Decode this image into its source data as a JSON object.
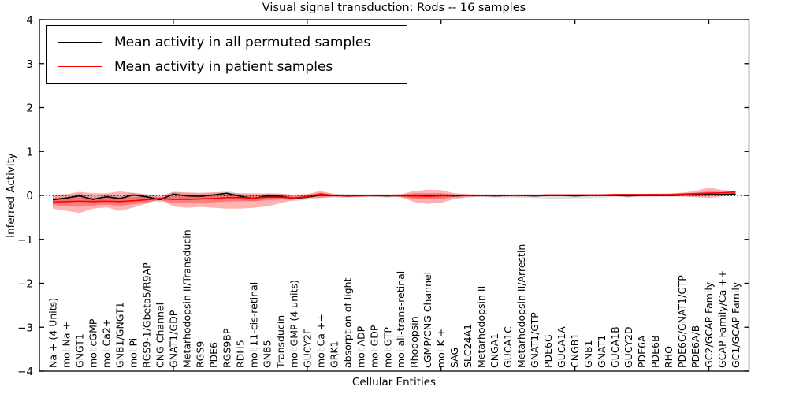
{
  "figure": {
    "title": "Visual signal transduction: Rods -- 16 samples",
    "xlabel": "Cellular Entities",
    "ylabel": "Inferred Activity"
  },
  "legend": {
    "items": [
      {
        "label": "Mean activity in all permuted samples",
        "color": "#000000"
      },
      {
        "label": "Mean activity in patient samples",
        "color": "#ff0000"
      }
    ],
    "position": "upper left"
  },
  "chart_data": {
    "type": "line",
    "title": "Visual signal transduction: Rods -- 16 samples",
    "xlabel": "Cellular Entities",
    "ylabel": "Inferred Activity",
    "ylim": [
      -4,
      4
    ],
    "yticks": [
      "4",
      "3",
      "2",
      "1",
      "0",
      "−1",
      "−2",
      "−3",
      "−4"
    ],
    "xticks_numeric": [
      10,
      20,
      30,
      40,
      50
    ],
    "grid": false,
    "legend_position": "upper left",
    "zero_reference": 0,
    "categories": [
      "Na + (4 Units)",
      "mol:Na +",
      "GNGT1",
      "mol:cGMP",
      "mol:Ca2+",
      "GNB1/GNGT1",
      "mol:Pi",
      "RGS9-1/Gbeta5/R9AP",
      "CNG Channel",
      "GNAT1/GDP",
      "Metarhodopsin II/Transducin",
      "RGS9",
      "PDE6",
      "RGS9BP",
      "RDH5",
      "mol:11-cis-retinal",
      "GNB5",
      "Transducin",
      "mol:GMP (4 units)",
      "GUCY2F",
      "mol:Ca ++",
      "GRK1",
      "absorption of light",
      "mol:ADP",
      "mol:GDP",
      "mol:GTP",
      "mol:all-trans-retinal",
      "Rhodopsin",
      "cGMP/CNG Channel",
      "mol:K +",
      "SAG",
      "SLC24A1",
      "Metarhodopsin II",
      "CNGA1",
      "GUCA1C",
      "Metarhodopsin II/Arrestin",
      "GNAT1/GTP",
      "PDE6G",
      "GUCA1A",
      "CNGB1",
      "GNB1",
      "GNAT1",
      "GUCA1B",
      "GUCY2D",
      "PDE6A",
      "PDE6B",
      "RHO",
      "PDE6G/GNAT1/GTP",
      "PDE6A/B",
      "GC2/GCAP Family",
      "GCAP Family/Ca ++",
      "GC1/GCAP Family"
    ],
    "series": [
      {
        "name": "Mean activity in all permuted samples",
        "color": "#000000",
        "values": [
          -0.1,
          -0.06,
          -0.01,
          -0.09,
          -0.03,
          -0.07,
          0.01,
          -0.03,
          -0.1,
          0.03,
          -0.01,
          -0.02,
          0.01,
          0.05,
          -0.02,
          -0.07,
          -0.01,
          -0.02,
          -0.07,
          -0.04,
          0.01,
          0.0,
          -0.01,
          0.0,
          0.0,
          -0.01,
          0.0,
          -0.01,
          -0.01,
          0.0,
          -0.01,
          0.0,
          0.0,
          -0.01,
          0.0,
          0.0,
          -0.01,
          0.0,
          0.0,
          -0.01,
          0.0,
          0.0,
          0.0,
          -0.01,
          0.0,
          0.0,
          0.0,
          0.01,
          0.01,
          0.02,
          0.02,
          0.03
        ]
      },
      {
        "name": "Mean activity in patient samples",
        "color": "#ff0000",
        "values": [
          -0.15,
          -0.14,
          -0.13,
          -0.14,
          -0.13,
          -0.14,
          -0.12,
          -0.1,
          -0.07,
          -0.09,
          -0.09,
          -0.08,
          -0.07,
          -0.05,
          -0.05,
          -0.06,
          -0.04,
          -0.04,
          -0.06,
          -0.03,
          0.03,
          0.0,
          -0.01,
          -0.01,
          0.0,
          0.0,
          -0.01,
          -0.01,
          -0.02,
          -0.01,
          0.0,
          0.0,
          0.0,
          0.0,
          0.0,
          0.0,
          0.0,
          0.01,
          0.01,
          0.01,
          0.01,
          0.01,
          0.02,
          0.02,
          0.02,
          0.02,
          0.02,
          0.03,
          0.04,
          0.05,
          0.06,
          0.08
        ]
      }
    ],
    "bands": [
      {
        "name": "permuted-range",
        "color": "rgba(0,0,0,0.12)",
        "upper": [
          -0.03,
          0.0,
          0.05,
          -0.02,
          0.03,
          0.0,
          0.06,
          0.03,
          -0.04,
          0.08,
          0.05,
          0.04,
          0.06,
          0.1,
          0.04,
          -0.01,
          0.05,
          0.04,
          -0.01,
          0.02,
          0.06,
          0.04,
          0.03,
          0.03,
          0.03,
          0.03,
          0.03,
          0.04,
          0.04,
          0.04,
          0.03,
          0.03,
          0.03,
          0.03,
          0.03,
          0.03,
          0.03,
          0.03,
          0.03,
          0.03,
          0.03,
          0.03,
          0.03,
          0.03,
          0.03,
          0.03,
          0.03,
          0.04,
          0.05,
          0.06,
          0.06,
          0.07
        ],
        "lower": [
          -0.17,
          -0.13,
          -0.08,
          -0.16,
          -0.1,
          -0.14,
          -0.06,
          -0.09,
          -0.16,
          -0.05,
          -0.08,
          -0.08,
          -0.05,
          -0.02,
          -0.09,
          -0.14,
          -0.07,
          -0.08,
          -0.13,
          -0.1,
          -0.05,
          -0.04,
          -0.05,
          -0.04,
          -0.04,
          -0.05,
          -0.04,
          -0.06,
          -0.06,
          -0.05,
          -0.05,
          -0.04,
          -0.04,
          -0.05,
          -0.05,
          -0.05,
          -0.06,
          -0.07,
          -0.08,
          -0.07,
          -0.06,
          -0.05,
          -0.04,
          -0.05,
          -0.04,
          -0.04,
          -0.04,
          -0.03,
          -0.02,
          -0.02,
          -0.01,
          0.0
        ]
      },
      {
        "name": "patient-range",
        "color": "rgba(255,0,0,0.30)",
        "upper": [
          0.02,
          0.03,
          0.08,
          0.05,
          0.05,
          0.09,
          0.06,
          0.02,
          -0.02,
          0.08,
          0.07,
          0.06,
          0.07,
          0.06,
          0.05,
          0.05,
          0.04,
          0.04,
          0.02,
          0.03,
          0.1,
          0.03,
          0.02,
          0.02,
          0.02,
          0.02,
          0.03,
          0.1,
          0.13,
          0.12,
          0.05,
          0.03,
          0.02,
          0.02,
          0.02,
          0.02,
          0.02,
          0.02,
          0.02,
          0.02,
          0.02,
          0.03,
          0.03,
          0.03,
          0.03,
          0.04,
          0.04,
          0.06,
          0.1,
          0.18,
          0.12,
          0.1
        ],
        "lower": [
          -0.3,
          -0.35,
          -0.4,
          -0.3,
          -0.27,
          -0.35,
          -0.28,
          -0.18,
          -0.1,
          -0.25,
          -0.28,
          -0.26,
          -0.28,
          -0.3,
          -0.3,
          -0.28,
          -0.25,
          -0.18,
          -0.1,
          -0.06,
          -0.06,
          -0.04,
          -0.04,
          -0.03,
          -0.03,
          -0.03,
          -0.04,
          -0.15,
          -0.19,
          -0.17,
          -0.08,
          -0.04,
          -0.03,
          -0.03,
          -0.03,
          -0.03,
          -0.03,
          -0.02,
          -0.02,
          -0.02,
          -0.02,
          -0.01,
          -0.01,
          -0.01,
          -0.01,
          -0.01,
          -0.01,
          -0.02,
          -0.04,
          -0.06,
          -0.02,
          0.02
        ]
      },
      {
        "name": "patient-std",
        "color": "rgba(255,0,0,0.30)",
        "upper": [
          -0.06,
          -0.05,
          -0.04,
          -0.05,
          -0.04,
          -0.05,
          -0.04,
          -0.03,
          -0.04,
          -0.02,
          -0.02,
          -0.02,
          -0.01,
          0.0,
          0.0,
          -0.01,
          0.0,
          0.0,
          -0.02,
          0.0,
          0.06,
          0.01,
          0.01,
          0.01,
          0.01,
          0.01,
          0.01,
          0.05,
          0.05,
          0.05,
          0.02,
          0.01,
          0.01,
          0.01,
          0.01,
          0.01,
          0.01,
          0.01,
          0.01,
          0.01,
          0.02,
          0.02,
          0.02,
          0.02,
          0.03,
          0.03,
          0.03,
          0.04,
          0.06,
          0.09,
          0.08,
          0.09
        ],
        "lower": [
          -0.22,
          -0.24,
          -0.25,
          -0.23,
          -0.21,
          -0.24,
          -0.2,
          -0.16,
          -0.1,
          -0.18,
          -0.18,
          -0.17,
          -0.16,
          -0.14,
          -0.13,
          -0.13,
          -0.11,
          -0.09,
          -0.08,
          -0.05,
          -0.02,
          -0.02,
          -0.02,
          -0.02,
          -0.02,
          -0.02,
          -0.02,
          -0.08,
          -0.09,
          -0.08,
          -0.03,
          -0.02,
          -0.01,
          -0.01,
          -0.01,
          -0.01,
          -0.01,
          0.0,
          0.0,
          0.0,
          0.0,
          0.0,
          0.01,
          0.01,
          0.01,
          0.01,
          0.01,
          0.01,
          0.02,
          0.02,
          0.03,
          0.05
        ]
      }
    ]
  }
}
